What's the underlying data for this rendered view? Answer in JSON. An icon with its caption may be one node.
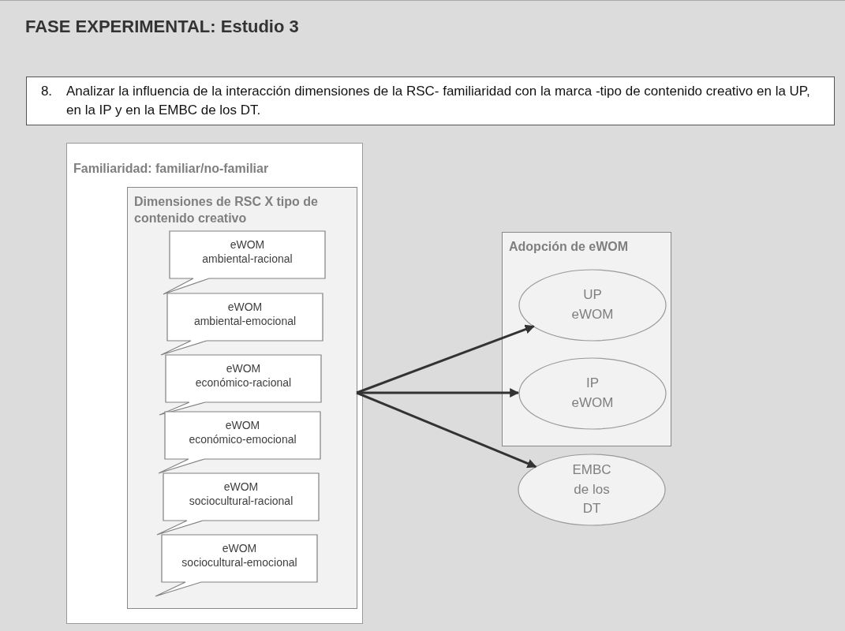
{
  "diagram": {
    "title": "FASE EXPERIMENTAL: Estudio 3",
    "nodes": [
      {
        "text": [
          "8.",
          "Analizar la influencia de la interacción dimensiones de la RSC- familiaridad con la marca -tipo de contenido creativo en la UP, en la IP y en la EMBC de los DT."
        ]
      },
      {
        "text": [
          "Familiaridad: familiar/no-familiar"
        ]
      },
      {
        "text": [
          "Dimensiones de RSC X tipo de contenido creativo"
        ],
        "in": 1
      },
      {
        "text": [
          "eWOM ambiental-racional"
        ],
        "in": 2
      },
      {
        "text": [
          "eWOM ambiental-emocional"
        ],
        "in": 2
      },
      {
        "text": [
          "eWOM económico-racional"
        ],
        "in": 2
      },
      {
        "text": [
          "eWOM económico-emocional"
        ],
        "in": 2
      },
      {
        "text": [
          "eWOM sociocultural-racional"
        ],
        "in": 2
      },
      {
        "text": [
          "eWOM sociocultural-emocional"
        ],
        "in": 2
      },
      {
        "text": [
          "Adopción de eWOM"
        ]
      },
      {
        "text": [
          "UP eWOM"
        ],
        "in": 9
      },
      {
        "text": [
          "IP eWOM"
        ],
        "in": 9
      },
      {
        "text": [
          "EMBC de los DT"
        ]
      }
    ],
    "edges": [
      {
        "from": 2,
        "to": 10,
        "arrow": "to"
      },
      {
        "from": 2,
        "to": 11,
        "arrow": "to"
      },
      {
        "from": 2,
        "to": 12,
        "arrow": "to"
      }
    ]
  }
}
